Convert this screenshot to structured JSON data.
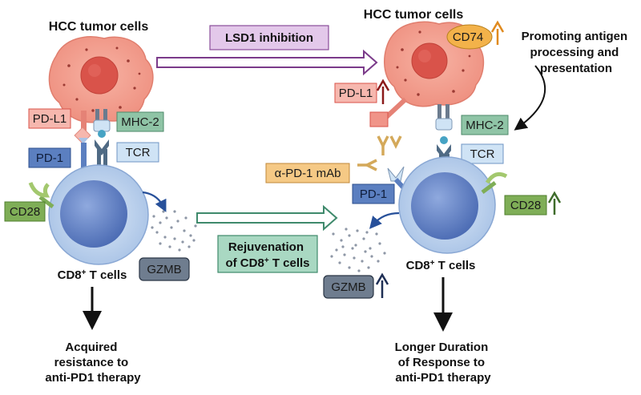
{
  "left": {
    "tumor_title": "HCC tumor cells",
    "pdl1": "PD-L1",
    "mhc2": "MHC-2",
    "pd1": "PD-1",
    "tcr": "TCR",
    "cd28": "CD28",
    "tcell_base": "CD8",
    "tcell_sup": "+",
    "tcell_rest": " T cells",
    "gzmb": "GZMB",
    "outcome": [
      "Acquired",
      "resistance to",
      "anti-PD1 therapy"
    ]
  },
  "middle": {
    "inhibition": "LSD1 inhibition",
    "rejuvenation_line1": "Rejuvenation",
    "rejuvenation_line2_base": "of CD8",
    "rejuvenation_line2_sup": "+",
    "rejuvenation_line2_rest": " T cells"
  },
  "right": {
    "tumor_title": "HCC tumor cells",
    "cd74": "CD74",
    "promoting": [
      "Promoting antigen",
      "processing and",
      "presentation"
    ],
    "pdl1": "PD-L1",
    "mhc2": "MHC-2",
    "tcr": "TCR",
    "antibody": "α-PD-1 mAb",
    "pd1": "PD-1",
    "cd28": "CD28",
    "tcell_base": "CD8",
    "tcell_sup": "+",
    "tcell_rest": " T cells",
    "gzmb": "GZMB",
    "outcome": [
      "Longer Duration",
      "of Response to",
      "anti-PD1 therapy"
    ]
  },
  "colors": {
    "pdl1_fill": "#f6b7ae",
    "mhc_fill": "#8fc4a6",
    "pd1_fill": "#5b7fc0",
    "tcr_fill": "#cfe3f5",
    "cd28_fill": "#7fae57",
    "gzmb_fill": "#6f7d8f",
    "inhibition_fill": "#e3c8ea",
    "rejuvenation_fill": "#a9d8c2",
    "antibody_fill": "#f5c985",
    "cd74_fill": "#f3b24a",
    "up_arrow_red": "#8b1a1a",
    "up_arrow_orange": "#e08a1e",
    "up_arrow_green": "#3e6b2a",
    "up_arrow_navy": "#1f2f55"
  }
}
